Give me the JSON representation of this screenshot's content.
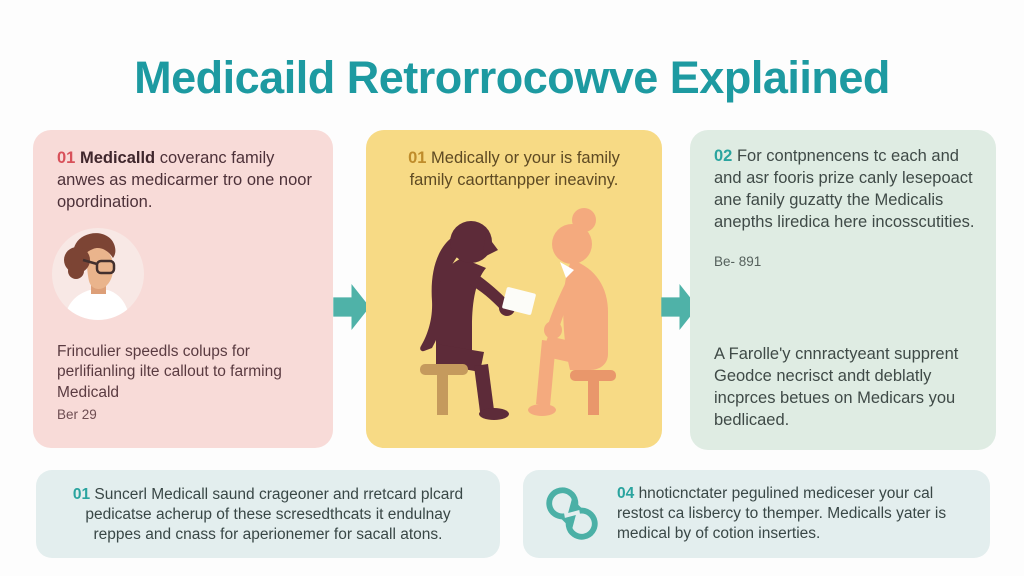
{
  "title": "Medicaild Retrorrocowve Explaiined",
  "colors": {
    "title_teal": "#1d9aa1",
    "arrow_teal": "#4fb2a8",
    "step1_bg": "#f8dbd8",
    "step2_bg": "#f7da85",
    "step3_bg": "#dfece3",
    "note_bg": "#e3eeee",
    "step1_number_red": "#d8515a",
    "step2_number_gold": "#bf8c2b",
    "teal_number": "#2aa49f",
    "dark_figure": "#5d2b39",
    "peach_figure": "#f4aa7e"
  },
  "steps": {
    "step1": {
      "number": "01",
      "lead": "Medicalld",
      "body": "coveranc family anwes as medicarmer tro one noor opordination.",
      "footer": "Frinculier speedls colups for perlifianling ilte callout to farming Medicald",
      "footnote": "Ber 29",
      "illustration": "woman-glasses-avatar"
    },
    "step2": {
      "number": "01",
      "body": "Medically or your is family family caorttanpper ineaviny.",
      "illustration": "two-people-consultation"
    },
    "step3": {
      "number": "02",
      "body": "For contpnencens tc each and and asr fooris prize canly lesepoact ane fanily guzatty the Medicalis anepths liredica here incosscutities.",
      "footnote": "Be- 891",
      "body2": "A Farolle'y cnnractyeant supprent Geodce necrisct andt deblatly incprces betues on Medicars you bedlicaed."
    }
  },
  "notes": {
    "note1": {
      "number": "01",
      "body": "Suncerl Medicall saund crageoner and rretcard plcard pedicatse acherup of these scresedthcats it endulnay reppes and cnass for aperionemer for sacall atons."
    },
    "note2": {
      "number": "04",
      "body": "hnoticnctater pegulined mediceser your cal restost ca lisbercy to themper. Medicalls yater is medical by of cotion inserties.",
      "icon": "sync-circular-arrows"
    }
  }
}
